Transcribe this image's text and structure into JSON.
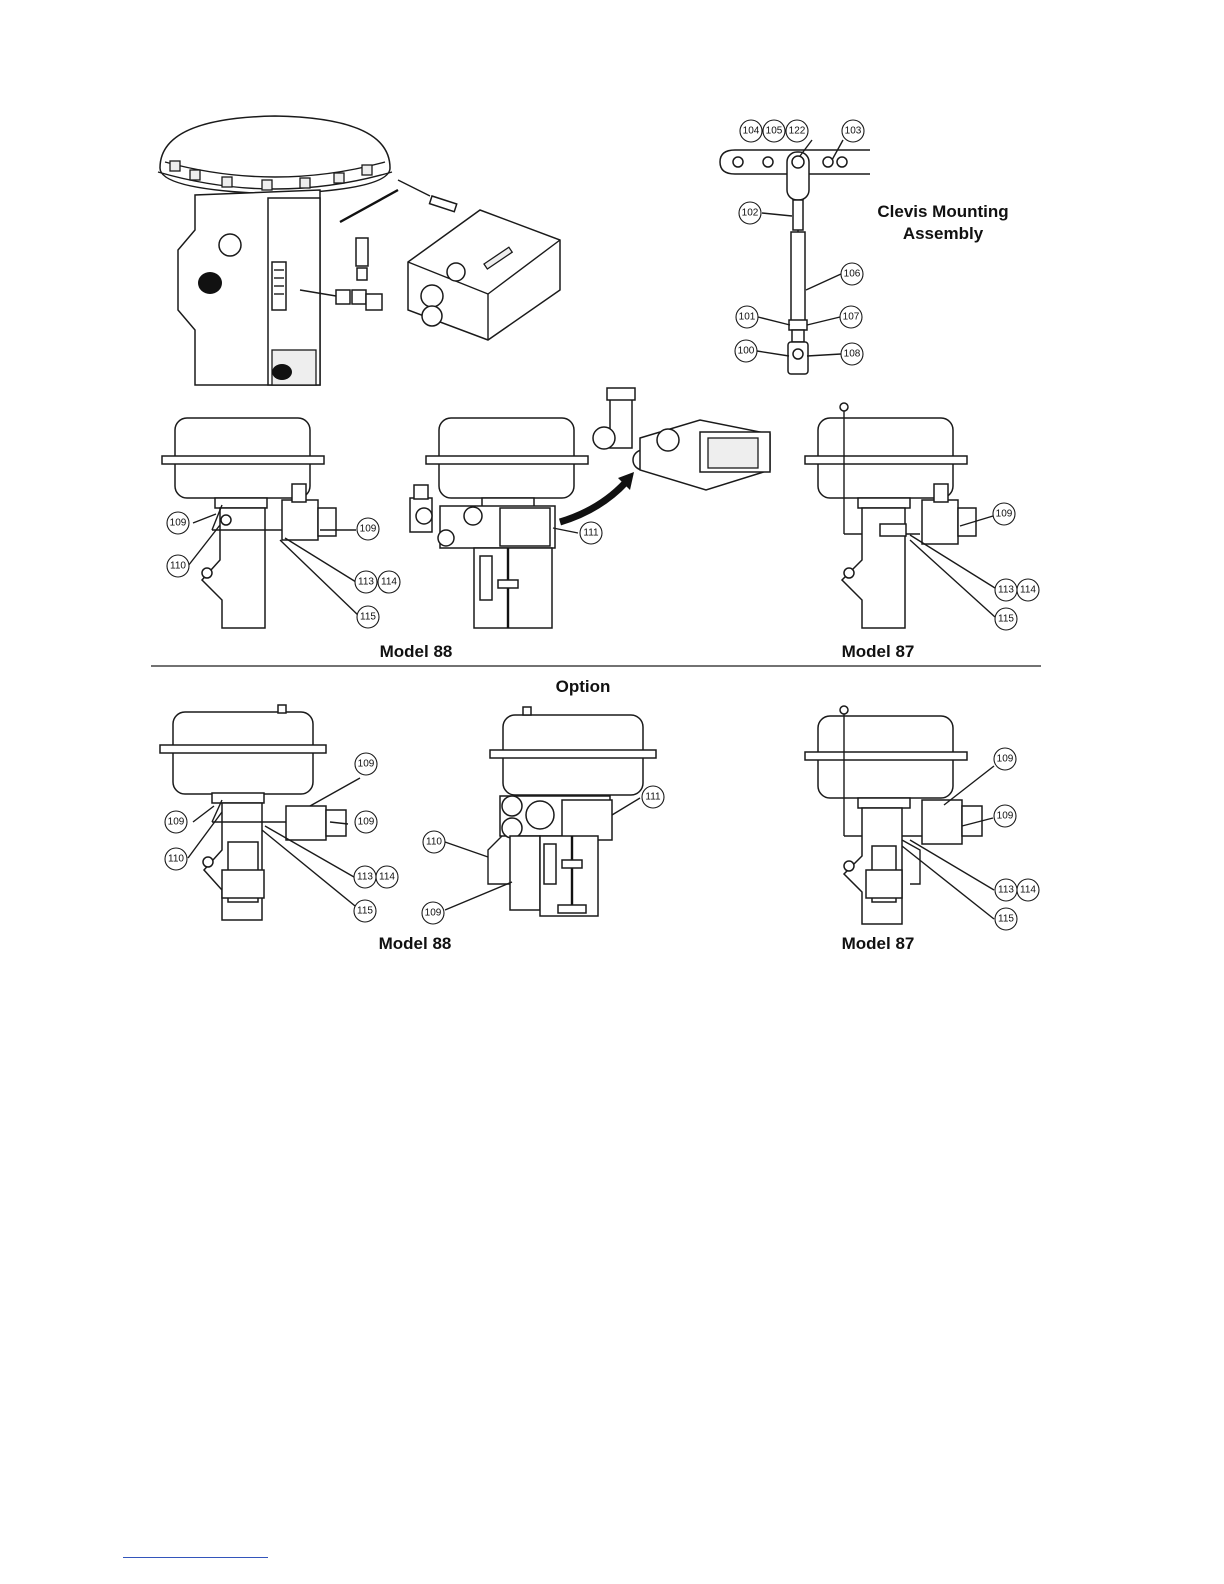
{
  "labels": {
    "clevis_title_line1": "Clevis Mounting",
    "clevis_title_line2": "Assembly",
    "model_88_top": "Model 88",
    "model_87_top": "Model 87",
    "option": "Option",
    "model_88_bottom": "Model 88",
    "model_87_bottom": "Model 87"
  },
  "callouts": {
    "clevis": [
      "104",
      "105",
      "122",
      "103",
      "102",
      "106",
      "101",
      "107",
      "100",
      "108"
    ],
    "m88_top": [
      "109",
      "110",
      "109",
      "113",
      "114",
      "115"
    ],
    "center_top": [
      "111"
    ],
    "m87_top": [
      "109",
      "113",
      "114",
      "115"
    ],
    "m88_bottom": [
      "109",
      "109",
      "110",
      "109",
      "113",
      "114",
      "115"
    ],
    "center_bottom": [
      "111",
      "110",
      "109"
    ],
    "m87_bottom": [
      "109",
      "109",
      "113",
      "114",
      "115"
    ]
  }
}
